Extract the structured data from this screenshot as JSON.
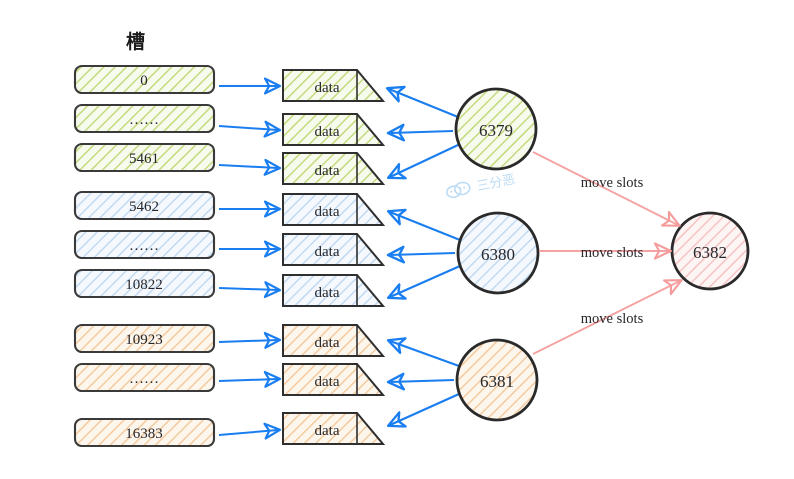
{
  "header": {
    "title": "槽"
  },
  "watermark": {
    "text": "三分恶",
    "icon": "speech-bubbles-icon",
    "color": "#bcdcf5"
  },
  "palette": {
    "green_fill": "#f4f9e9",
    "green_hatch": "#c3da7e",
    "blue_fill": "#f2f7fd",
    "blue_hatch": "#b9d5f0",
    "orange_fill": "#fdf2e6",
    "orange_hatch": "#f2c391",
    "pink_fill": "#fdf1f1",
    "pink_hatch": "#f6b9b9",
    "stroke_dark": "#3a3a3a",
    "arrow_blue": "#1a7ef0",
    "arrow_red": "#f5a2a2"
  },
  "slots": [
    {
      "value": "0",
      "group": "green"
    },
    {
      "value": "……",
      "group": "green"
    },
    {
      "value": "5461",
      "group": "green"
    },
    {
      "value": "5462",
      "group": "blue"
    },
    {
      "value": "……",
      "group": "blue"
    },
    {
      "value": "10822",
      "group": "blue"
    },
    {
      "value": "10923",
      "group": "orange"
    },
    {
      "value": "……",
      "group": "orange"
    },
    {
      "value": "16383",
      "group": "orange"
    }
  ],
  "data_boxes": [
    {
      "label": "data",
      "group": "green"
    },
    {
      "label": "data",
      "group": "green"
    },
    {
      "label": "data",
      "group": "green"
    },
    {
      "label": "data",
      "group": "blue"
    },
    {
      "label": "data",
      "group": "blue"
    },
    {
      "label": "data",
      "group": "blue"
    },
    {
      "label": "data",
      "group": "orange"
    },
    {
      "label": "data",
      "group": "orange"
    },
    {
      "label": "data",
      "group": "orange"
    }
  ],
  "nodes": [
    {
      "label": "6379",
      "group": "green"
    },
    {
      "label": "6380",
      "group": "blue"
    },
    {
      "label": "6381",
      "group": "orange"
    },
    {
      "label": "6382",
      "group": "pink"
    }
  ],
  "move_labels": [
    {
      "text": "move slots"
    },
    {
      "text": "move slots"
    },
    {
      "text": "move slots"
    }
  ]
}
